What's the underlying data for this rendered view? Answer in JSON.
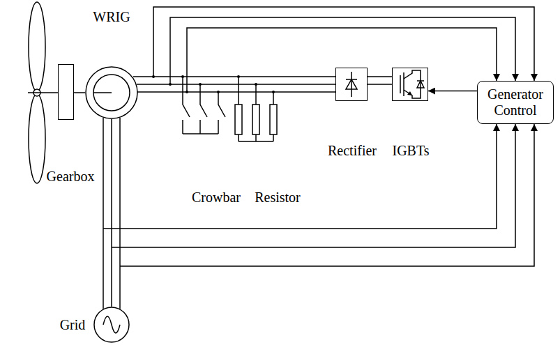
{
  "diagram": {
    "nodes": [
      {
        "text": [
          "Gearbox"
        ]
      },
      {
        "text": [
          "WRIG"
        ]
      },
      {
        "text": [
          "Rectifier"
        ]
      },
      {
        "text": [
          "IGBTs"
        ]
      },
      {
        "text": [
          "Generator Control"
        ]
      },
      {
        "text": [
          "Grid"
        ]
      }
    ],
    "edges": [
      {
        "from": 0,
        "to": 1,
        "arrow": "none"
      },
      {
        "from": 2,
        "to": 3,
        "arrow": "none"
      },
      {
        "from": 4,
        "to": 3,
        "arrow": "to"
      }
    ],
    "labels": [
      "Crowbar",
      "Resistor"
    ]
  }
}
